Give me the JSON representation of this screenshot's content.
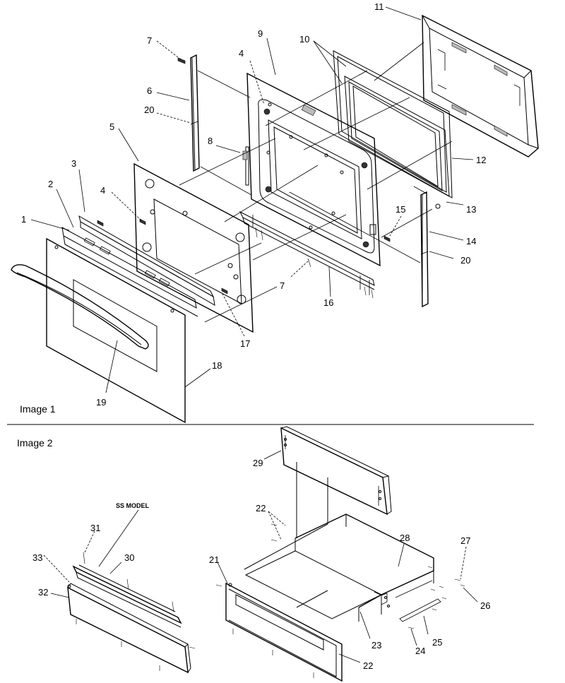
{
  "section_labels": {
    "image1": "Image 1",
    "image2": "Image 2"
  },
  "model_note": "SS MODEL",
  "parts_image1": [
    "1",
    "2",
    "3",
    "4",
    "4",
    "5",
    "6",
    "7",
    "7",
    "8",
    "9",
    "10",
    "11",
    "12",
    "13",
    "14",
    "15",
    "16",
    "17",
    "18",
    "19",
    "20",
    "20"
  ],
  "parts_image2": [
    "21",
    "22",
    "22",
    "23",
    "24",
    "25",
    "26",
    "27",
    "28",
    "29",
    "30",
    "31",
    "32",
    "33"
  ]
}
